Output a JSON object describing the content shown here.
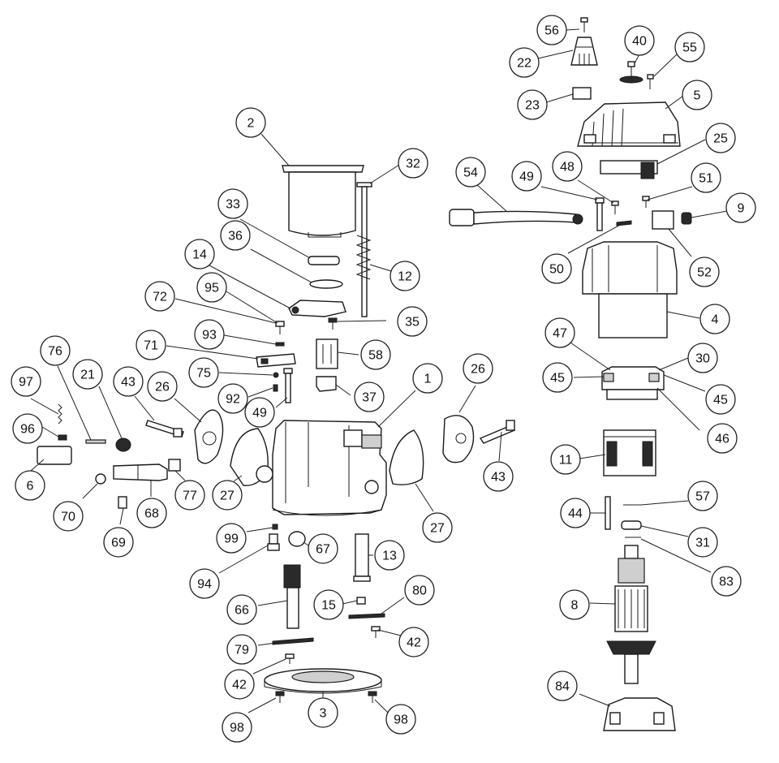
{
  "diagram": {
    "callouts": [
      {
        "id": "c56",
        "label": "56"
      },
      {
        "id": "c22",
        "label": "22"
      },
      {
        "id": "c40",
        "label": "40"
      },
      {
        "id": "c55",
        "label": "55"
      },
      {
        "id": "c23",
        "label": "23"
      },
      {
        "id": "c5",
        "label": "5"
      },
      {
        "id": "c2",
        "label": "2"
      },
      {
        "id": "c32",
        "label": "32"
      },
      {
        "id": "c25",
        "label": "25"
      },
      {
        "id": "c54",
        "label": "54"
      },
      {
        "id": "c49a",
        "label": "49"
      },
      {
        "id": "c48",
        "label": "48"
      },
      {
        "id": "c51",
        "label": "51"
      },
      {
        "id": "c9",
        "label": "9"
      },
      {
        "id": "c33",
        "label": "33"
      },
      {
        "id": "c36",
        "label": "36"
      },
      {
        "id": "c14",
        "label": "14"
      },
      {
        "id": "c12",
        "label": "12"
      },
      {
        "id": "c50",
        "label": "50"
      },
      {
        "id": "c52",
        "label": "52"
      },
      {
        "id": "c72",
        "label": "72"
      },
      {
        "id": "c95",
        "label": "95"
      },
      {
        "id": "c35",
        "label": "35"
      },
      {
        "id": "c4",
        "label": "4"
      },
      {
        "id": "c93",
        "label": "93"
      },
      {
        "id": "c47",
        "label": "47"
      },
      {
        "id": "c76",
        "label": "76"
      },
      {
        "id": "c71",
        "label": "71"
      },
      {
        "id": "c58",
        "label": "58"
      },
      {
        "id": "c30",
        "label": "30"
      },
      {
        "id": "c21",
        "label": "21"
      },
      {
        "id": "c75",
        "label": "75"
      },
      {
        "id": "c26a",
        "label": "26"
      },
      {
        "id": "c26b",
        "label": "26"
      },
      {
        "id": "c45a",
        "label": "45"
      },
      {
        "id": "c97",
        "label": "97"
      },
      {
        "id": "c43a",
        "label": "43"
      },
      {
        "id": "c1",
        "label": "1"
      },
      {
        "id": "c92",
        "label": "92"
      },
      {
        "id": "c37",
        "label": "37"
      },
      {
        "id": "c45b",
        "label": "45"
      },
      {
        "id": "c49b",
        "label": "49"
      },
      {
        "id": "c96",
        "label": "96"
      },
      {
        "id": "c46",
        "label": "46"
      },
      {
        "id": "c11",
        "label": "11"
      },
      {
        "id": "c6",
        "label": "6"
      },
      {
        "id": "c43b",
        "label": "43"
      },
      {
        "id": "c77",
        "label": "77"
      },
      {
        "id": "c27a",
        "label": "27"
      },
      {
        "id": "c70",
        "label": "70"
      },
      {
        "id": "c68",
        "label": "68"
      },
      {
        "id": "c57",
        "label": "57"
      },
      {
        "id": "c44",
        "label": "44"
      },
      {
        "id": "c27b",
        "label": "27"
      },
      {
        "id": "c69",
        "label": "69"
      },
      {
        "id": "c99",
        "label": "99"
      },
      {
        "id": "c67",
        "label": "67"
      },
      {
        "id": "c13",
        "label": "13"
      },
      {
        "id": "c31",
        "label": "31"
      },
      {
        "id": "c94",
        "label": "94"
      },
      {
        "id": "c83",
        "label": "83"
      },
      {
        "id": "c80",
        "label": "80"
      },
      {
        "id": "c15",
        "label": "15"
      },
      {
        "id": "c66",
        "label": "66"
      },
      {
        "id": "c8",
        "label": "8"
      },
      {
        "id": "c42a",
        "label": "42"
      },
      {
        "id": "c79",
        "label": "79"
      },
      {
        "id": "c42b",
        "label": "42"
      },
      {
        "id": "c84",
        "label": "84"
      },
      {
        "id": "c3",
        "label": "3"
      },
      {
        "id": "c98a",
        "label": "98"
      },
      {
        "id": "c98b",
        "label": "98"
      }
    ]
  }
}
